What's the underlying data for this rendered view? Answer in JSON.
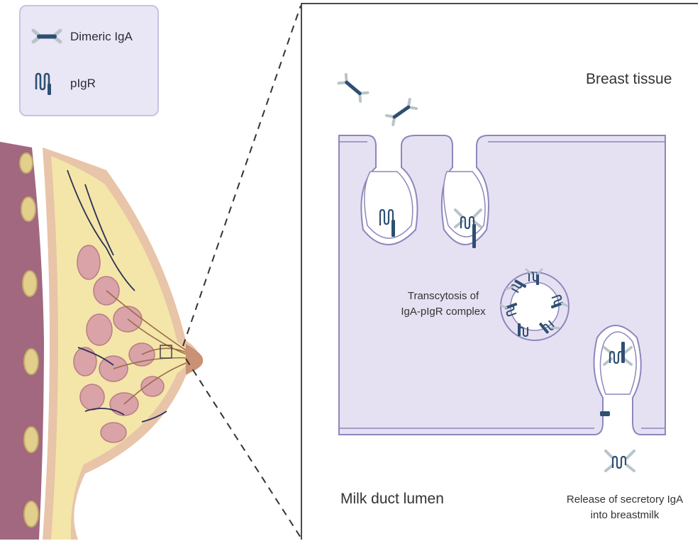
{
  "legend": {
    "items": [
      {
        "label": "Dimeric IgA",
        "icon": "dimeric-iga-icon"
      },
      {
        "label": "pIgR",
        "icon": "pigr-icon"
      }
    ]
  },
  "panel": {
    "breast_tissue_label": "Breast tissue",
    "transcytosis_line1": "Transcytosis of",
    "transcytosis_line2": "IgA-pIgR complex",
    "lumen_label": "Milk duct lumen",
    "release_line1": "Release of secretory IgA",
    "release_line2": "into breastmilk"
  },
  "colors": {
    "membrane_fill": "#e6e1f2",
    "membrane_stroke": "#8d86bd",
    "antibody_light": "#b8c4c9",
    "antibody_dark": "#2e4f72",
    "legend_bg": "#e9e7f5",
    "skin": "#e8c4a8",
    "fat": "#f3e6a8",
    "gland": "#d9a3a8",
    "muscle": "#a2687f"
  }
}
